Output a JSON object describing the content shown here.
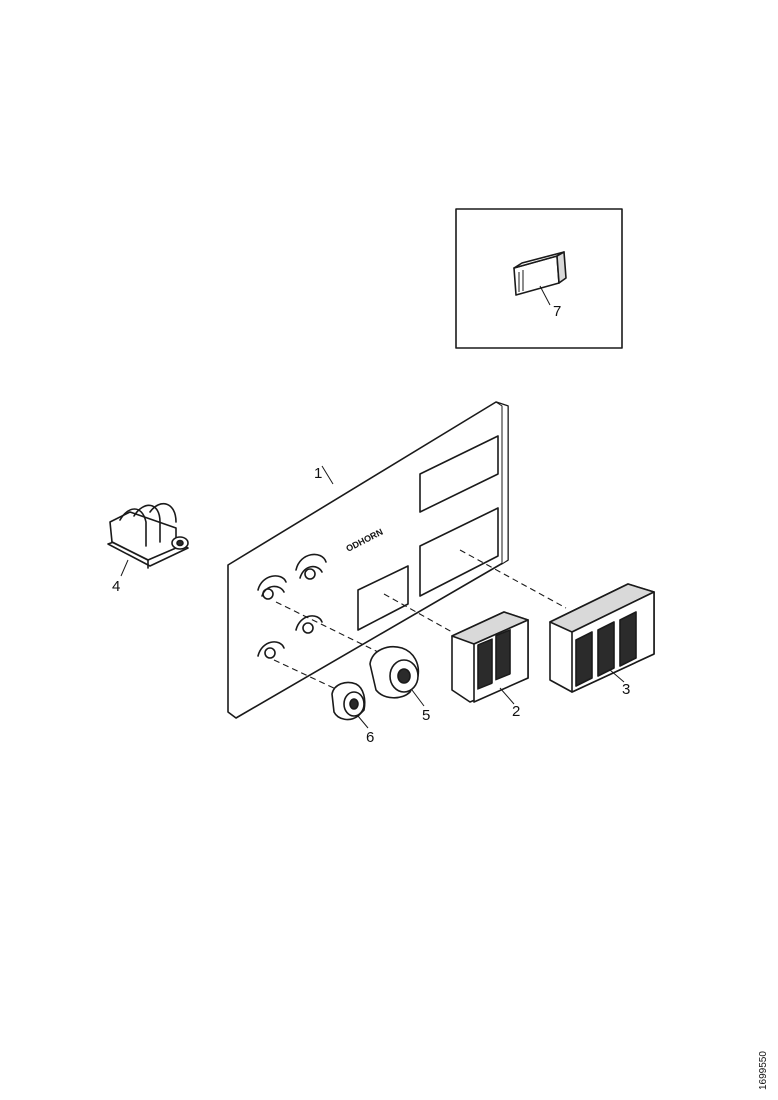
{
  "diagram": {
    "part_labels": {
      "panel": "1",
      "switch_double": "2",
      "switch_triple": "3",
      "socket": "4",
      "knob_large": "5",
      "knob_small": "6",
      "inset_switch": "7"
    },
    "panel_text": "ODHORN",
    "document_id": "1699550"
  }
}
